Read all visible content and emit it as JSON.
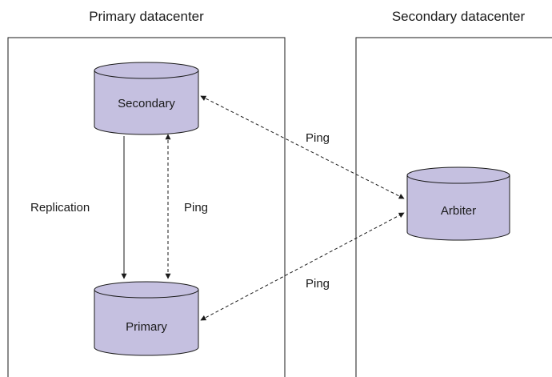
{
  "datacenters": [
    {
      "title": "Primary datacenter"
    },
    {
      "title": "Secondary datacenter"
    }
  ],
  "nodes": {
    "secondary": {
      "label": "Secondary"
    },
    "primary": {
      "label": "Primary"
    },
    "arbiter": {
      "label": "Arbiter"
    }
  },
  "edges": {
    "replication": {
      "label": "Replication"
    },
    "ping_internal": {
      "label": "Ping"
    },
    "ping_secondary_arbiter": {
      "label": "Ping"
    },
    "ping_primary_arbiter": {
      "label": "Ping"
    }
  },
  "colors": {
    "node_fill": "#c5c0e0",
    "line": "#1a1a1a",
    "background": "#ffffff"
  }
}
